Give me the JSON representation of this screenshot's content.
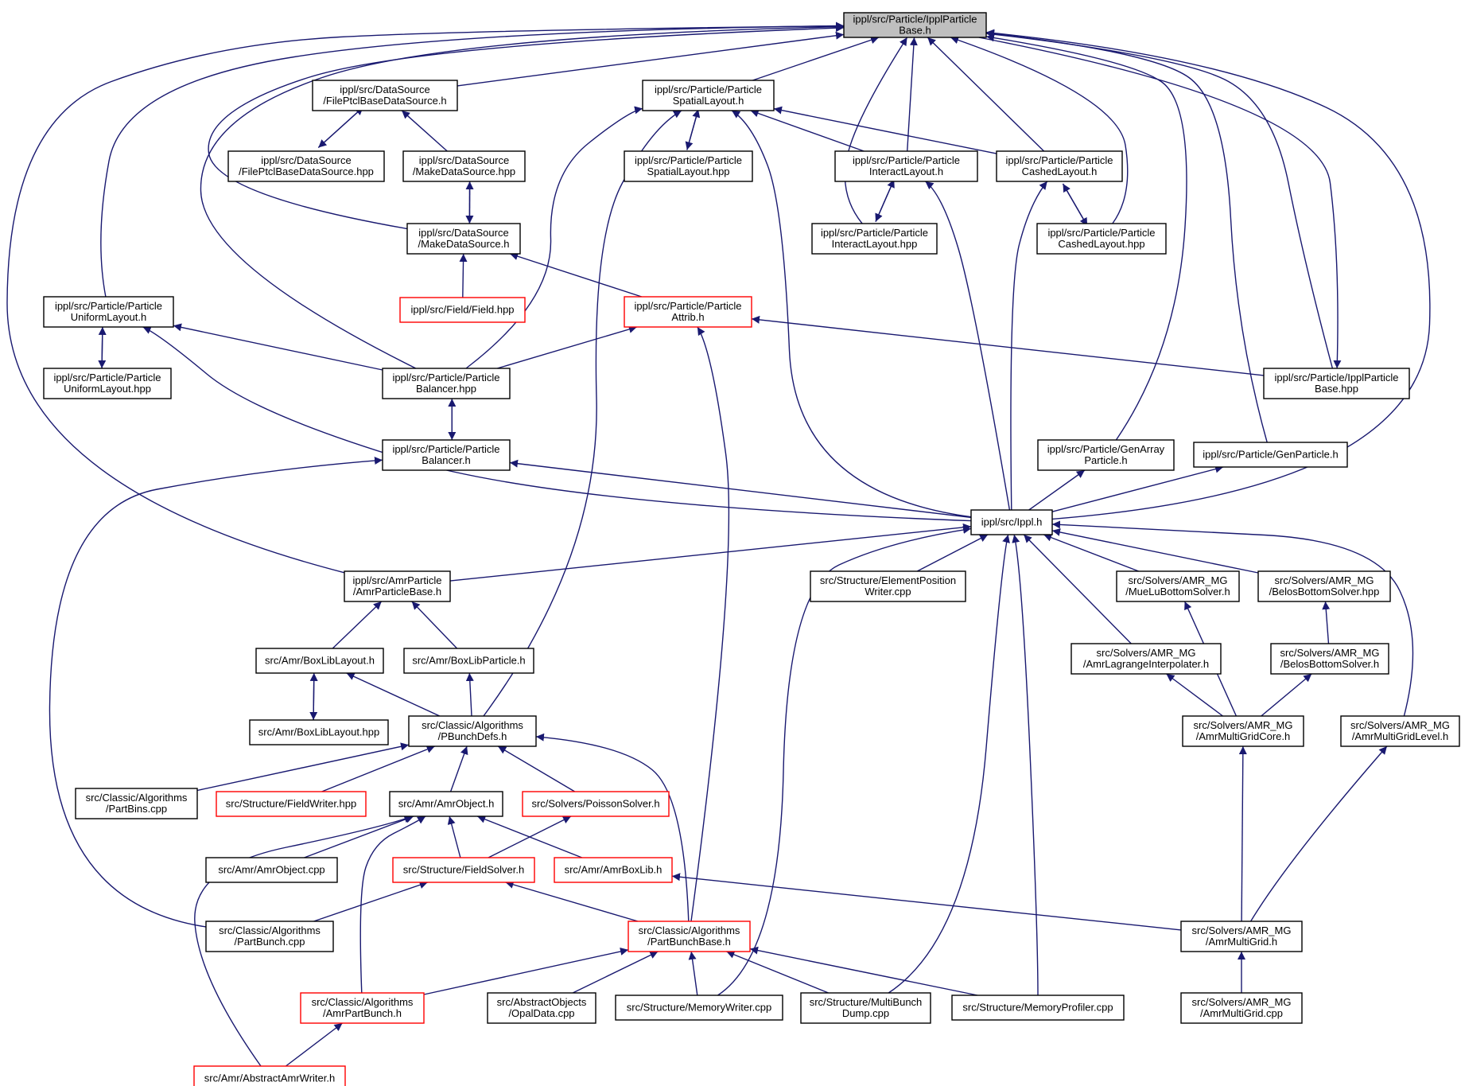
{
  "colors": {
    "edge": "#191970",
    "node_border": "#000000",
    "node_border_incomplete": "#ff0000",
    "root_fill": "#bfbfbf",
    "node_fill": "#ffffff"
  },
  "nodes": [
    {
      "id": "root",
      "lines": [
        "ippl/src/Particle/IpplParticle",
        "Base.h"
      ],
      "style": "root"
    },
    {
      "id": "fptcl_h",
      "lines": [
        "ippl/src/DataSource",
        "/FilePtclBaseDataSource.h"
      ],
      "style": "normal"
    },
    {
      "id": "spatial_h",
      "lines": [
        "ippl/src/Particle/Particle",
        "SpatialLayout.h"
      ],
      "style": "normal"
    },
    {
      "id": "fptcl_hpp",
      "lines": [
        "ippl/src/DataSource",
        "/FilePtclBaseDataSource.hpp"
      ],
      "style": "normal"
    },
    {
      "id": "makeds_hpp",
      "lines": [
        "ippl/src/DataSource",
        "/MakeDataSource.hpp"
      ],
      "style": "normal"
    },
    {
      "id": "spatial_hpp",
      "lines": [
        "ippl/src/Particle/Particle",
        "SpatialLayout.hpp"
      ],
      "style": "normal"
    },
    {
      "id": "interact_h",
      "lines": [
        "ippl/src/Particle/Particle",
        "InteractLayout.h"
      ],
      "style": "normal"
    },
    {
      "id": "cashed_h",
      "lines": [
        "ippl/src/Particle/Particle",
        "CashedLayout.h"
      ],
      "style": "normal"
    },
    {
      "id": "makeds_h",
      "lines": [
        "ippl/src/DataSource",
        "/MakeDataSource.h"
      ],
      "style": "normal"
    },
    {
      "id": "interact_hpp",
      "lines": [
        "ippl/src/Particle/Particle",
        "InteractLayout.hpp"
      ],
      "style": "normal"
    },
    {
      "id": "cashed_hpp",
      "lines": [
        "ippl/src/Particle/Particle",
        "CashedLayout.hpp"
      ],
      "style": "normal"
    },
    {
      "id": "uniform_h",
      "lines": [
        "ippl/src/Particle/Particle",
        "UniformLayout.h"
      ],
      "style": "normal"
    },
    {
      "id": "field_hpp",
      "lines": [
        "ippl/src/Field/Field.hpp"
      ],
      "style": "incomplete"
    },
    {
      "id": "attrib_h",
      "lines": [
        "ippl/src/Particle/Particle",
        "Attrib.h"
      ],
      "style": "incomplete"
    },
    {
      "id": "uniform_hpp",
      "lines": [
        "ippl/src/Particle/Particle",
        "UniformLayout.hpp"
      ],
      "style": "normal"
    },
    {
      "id": "balancer_hpp",
      "lines": [
        "ippl/src/Particle/Particle",
        "Balancer.hpp"
      ],
      "style": "normal"
    },
    {
      "id": "ipplbase_hpp",
      "lines": [
        "ippl/src/Particle/IpplParticle",
        "Base.hpp"
      ],
      "style": "normal"
    },
    {
      "id": "balancer_h",
      "lines": [
        "ippl/src/Particle/Particle",
        "Balancer.h"
      ],
      "style": "normal"
    },
    {
      "id": "genarray_h",
      "lines": [
        "ippl/src/Particle/GenArray",
        "Particle.h"
      ],
      "style": "normal"
    },
    {
      "id": "genparticle_h",
      "lines": [
        "ippl/src/Particle/GenParticle.h"
      ],
      "style": "normal"
    },
    {
      "id": "ippl_h",
      "lines": [
        "ippl/src/Ippl.h"
      ],
      "style": "normal"
    },
    {
      "id": "amrpbase_h",
      "lines": [
        "ippl/src/AmrParticle",
        "/AmrParticleBase.h"
      ],
      "style": "normal"
    },
    {
      "id": "elempos_cpp",
      "lines": [
        "src/Structure/ElementPosition",
        "Writer.cpp"
      ],
      "style": "normal"
    },
    {
      "id": "muelu_h",
      "lines": [
        "src/Solvers/AMR_MG",
        "/MueLuBottomSolver.h"
      ],
      "style": "normal"
    },
    {
      "id": "belos_hpp",
      "lines": [
        "src/Solvers/AMR_MG",
        "/BelosBottomSolver.hpp"
      ],
      "style": "normal"
    },
    {
      "id": "boxliblayout_h",
      "lines": [
        "src/Amr/BoxLibLayout.h"
      ],
      "style": "normal"
    },
    {
      "id": "boxlibparticle_h",
      "lines": [
        "src/Amr/BoxLibParticle.h"
      ],
      "style": "normal"
    },
    {
      "id": "amrlagrange_h",
      "lines": [
        "src/Solvers/AMR_MG",
        "/AmrLagrangeInterpolater.h"
      ],
      "style": "normal"
    },
    {
      "id": "belos_h",
      "lines": [
        "src/Solvers/AMR_MG",
        "/BelosBottomSolver.h"
      ],
      "style": "normal"
    },
    {
      "id": "boxliblayout_hpp",
      "lines": [
        "src/Amr/BoxLibLayout.hpp"
      ],
      "style": "normal"
    },
    {
      "id": "pbunchdefs_h",
      "lines": [
        "src/Classic/Algorithms",
        "/PBunchDefs.h"
      ],
      "style": "normal"
    },
    {
      "id": "amrmgcore_h",
      "lines": [
        "src/Solvers/AMR_MG",
        "/AmrMultiGridCore.h"
      ],
      "style": "normal"
    },
    {
      "id": "amrmglevel_h",
      "lines": [
        "src/Solvers/AMR_MG",
        "/AmrMultiGridLevel.h"
      ],
      "style": "normal"
    },
    {
      "id": "partbins_cpp",
      "lines": [
        "src/Classic/Algorithms",
        "/PartBins.cpp"
      ],
      "style": "normal"
    },
    {
      "id": "fieldwriter_hpp",
      "lines": [
        "src/Structure/FieldWriter.hpp"
      ],
      "style": "incomplete"
    },
    {
      "id": "amrobject_h",
      "lines": [
        "src/Amr/AmrObject.h"
      ],
      "style": "normal"
    },
    {
      "id": "poisson_h",
      "lines": [
        "src/Solvers/PoissonSolver.h"
      ],
      "style": "incomplete"
    },
    {
      "id": "amrobject_cpp",
      "lines": [
        "src/Amr/AmrObject.cpp"
      ],
      "style": "normal"
    },
    {
      "id": "fieldsolver_h",
      "lines": [
        "src/Structure/FieldSolver.h"
      ],
      "style": "incomplete"
    },
    {
      "id": "amrboxlib_h",
      "lines": [
        "src/Amr/AmrBoxLib.h"
      ],
      "style": "incomplete"
    },
    {
      "id": "partbunch_cpp",
      "lines": [
        "src/Classic/Algorithms",
        "/PartBunch.cpp"
      ],
      "style": "normal"
    },
    {
      "id": "partbunchbase_h",
      "lines": [
        "src/Classic/Algorithms",
        "/PartBunchBase.h"
      ],
      "style": "incomplete"
    },
    {
      "id": "amrmg_h",
      "lines": [
        "src/Solvers/AMR_MG",
        "/AmrMultiGrid.h"
      ],
      "style": "normal"
    },
    {
      "id": "amrpartbunch_h",
      "lines": [
        "src/Classic/Algorithms",
        "/AmrPartBunch.h"
      ],
      "style": "incomplete"
    },
    {
      "id": "opaldata_cpp",
      "lines": [
        "src/AbstractObjects",
        "/OpalData.cpp"
      ],
      "style": "normal"
    },
    {
      "id": "memwriter_cpp",
      "lines": [
        "src/Structure/MemoryWriter.cpp"
      ],
      "style": "normal"
    },
    {
      "id": "multibunch_cpp",
      "lines": [
        "src/Structure/MultiBunch",
        "Dump.cpp"
      ],
      "style": "normal"
    },
    {
      "id": "memprofiler_cpp",
      "lines": [
        "src/Structure/MemoryProfiler.cpp"
      ],
      "style": "normal"
    },
    {
      "id": "amrmg_cpp",
      "lines": [
        "src/Solvers/AMR_MG",
        "/AmrMultiGrid.cpp"
      ],
      "style": "normal"
    },
    {
      "id": "abstractamrwriter_h",
      "lines": [
        "src/Amr/AbstractAmrWriter.h"
      ],
      "style": "incomplete"
    }
  ],
  "edges": [
    {
      "from": "fptcl_h",
      "to": "root"
    },
    {
      "from": "spatial_h",
      "to": "root"
    },
    {
      "from": "interact_h",
      "to": "root"
    },
    {
      "from": "cashed_h",
      "to": "root"
    },
    {
      "from": "makeds_h",
      "to": "root"
    },
    {
      "from": "interact_hpp",
      "to": "root"
    },
    {
      "from": "cashed_hpp",
      "to": "root"
    },
    {
      "from": "uniform_h",
      "to": "root"
    },
    {
      "from": "balancer_hpp",
      "to": "root"
    },
    {
      "from": "ipplbase_hpp",
      "to": "root"
    },
    {
      "from": "genarray_h",
      "to": "root"
    },
    {
      "from": "genparticle_h",
      "to": "root"
    },
    {
      "from": "ippl_h",
      "to": "root"
    },
    {
      "from": "amrpbase_h",
      "to": "root"
    },
    {
      "from": "root",
      "to": "ipplbase_hpp"
    },
    {
      "from": "fptcl_hpp",
      "to": "fptcl_h"
    },
    {
      "from": "fptcl_h",
      "to": "fptcl_hpp"
    },
    {
      "from": "makeds_hpp",
      "to": "fptcl_h"
    },
    {
      "from": "spatial_hpp",
      "to": "spatial_h"
    },
    {
      "from": "spatial_h",
      "to": "spatial_hpp"
    },
    {
      "from": "interact_h",
      "to": "spatial_h"
    },
    {
      "from": "cashed_h",
      "to": "spatial_h"
    },
    {
      "from": "balancer_hpp",
      "to": "spatial_h"
    },
    {
      "from": "pbunchdefs_h",
      "to": "spatial_h"
    },
    {
      "from": "ippl_h",
      "to": "spatial_h"
    },
    {
      "from": "makeds_h",
      "to": "makeds_hpp"
    },
    {
      "from": "makeds_hpp",
      "to": "makeds_h"
    },
    {
      "from": "interact_hpp",
      "to": "interact_h"
    },
    {
      "from": "interact_h",
      "to": "interact_hpp"
    },
    {
      "from": "ippl_h",
      "to": "interact_h"
    },
    {
      "from": "cashed_hpp",
      "to": "cashed_h"
    },
    {
      "from": "cashed_h",
      "to": "cashed_hpp"
    },
    {
      "from": "ippl_h",
      "to": "cashed_h"
    },
    {
      "from": "field_hpp",
      "to": "makeds_h"
    },
    {
      "from": "attrib_h",
      "to": "makeds_h"
    },
    {
      "from": "uniform_hpp",
      "to": "uniform_h"
    },
    {
      "from": "uniform_h",
      "to": "uniform_hpp"
    },
    {
      "from": "balancer_hpp",
      "to": "uniform_h"
    },
    {
      "from": "ippl_h",
      "to": "uniform_h"
    },
    {
      "from": "balancer_hpp",
      "to": "attrib_h"
    },
    {
      "from": "ipplbase_hpp",
      "to": "attrib_h"
    },
    {
      "from": "partbunchbase_h",
      "to": "attrib_h"
    },
    {
      "from": "balancer_h",
      "to": "balancer_hpp"
    },
    {
      "from": "balancer_hpp",
      "to": "balancer_h"
    },
    {
      "from": "ippl_h",
      "to": "balancer_h"
    },
    {
      "from": "partbunch_cpp",
      "to": "balancer_h"
    },
    {
      "from": "ippl_h",
      "to": "genarray_h"
    },
    {
      "from": "ippl_h",
      "to": "genparticle_h"
    },
    {
      "from": "amrpbase_h",
      "to": "ippl_h"
    },
    {
      "from": "elempos_cpp",
      "to": "ippl_h"
    },
    {
      "from": "muelu_h",
      "to": "ippl_h"
    },
    {
      "from": "belos_hpp",
      "to": "ippl_h"
    },
    {
      "from": "amrlagrange_h",
      "to": "ippl_h"
    },
    {
      "from": "amrmglevel_h",
      "to": "ippl_h"
    },
    {
      "from": "memwriter_cpp",
      "to": "ippl_h"
    },
    {
      "from": "multibunch_cpp",
      "to": "ippl_h"
    },
    {
      "from": "memprofiler_cpp",
      "to": "ippl_h"
    },
    {
      "from": "boxliblayout_h",
      "to": "amrpbase_h"
    },
    {
      "from": "boxlibparticle_h",
      "to": "amrpbase_h"
    },
    {
      "from": "amrmgcore_h",
      "to": "muelu_h"
    },
    {
      "from": "belos_h",
      "to": "belos_hpp"
    },
    {
      "from": "boxliblayout_hpp",
      "to": "boxliblayout_h"
    },
    {
      "from": "boxliblayout_h",
      "to": "boxliblayout_hpp"
    },
    {
      "from": "pbunchdefs_h",
      "to": "boxliblayout_h"
    },
    {
      "from": "pbunchdefs_h",
      "to": "boxlibparticle_h"
    },
    {
      "from": "amrmgcore_h",
      "to": "amrlagrange_h"
    },
    {
      "from": "amrmgcore_h",
      "to": "belos_h"
    },
    {
      "from": "partbins_cpp",
      "to": "pbunchdefs_h"
    },
    {
      "from": "fieldwriter_hpp",
      "to": "pbunchdefs_h"
    },
    {
      "from": "amrobject_h",
      "to": "pbunchdefs_h"
    },
    {
      "from": "poisson_h",
      "to": "pbunchdefs_h"
    },
    {
      "from": "partbunchbase_h",
      "to": "pbunchdefs_h"
    },
    {
      "from": "amrmg_h",
      "to": "amrmgcore_h"
    },
    {
      "from": "amrmg_h",
      "to": "amrmglevel_h"
    },
    {
      "from": "amrobject_cpp",
      "to": "amrobject_h"
    },
    {
      "from": "fieldsolver_h",
      "to": "amrobject_h"
    },
    {
      "from": "amrboxlib_h",
      "to": "amrobject_h"
    },
    {
      "from": "amrpartbunch_h",
      "to": "amrobject_h"
    },
    {
      "from": "abstractamrwriter_h",
      "to": "amrobject_h"
    },
    {
      "from": "fieldsolver_h",
      "to": "poisson_h"
    },
    {
      "from": "partbunch_cpp",
      "to": "fieldsolver_h"
    },
    {
      "from": "partbunchbase_h",
      "to": "fieldsolver_h"
    },
    {
      "from": "amrmg_h",
      "to": "amrboxlib_h"
    },
    {
      "from": "amrpartbunch_h",
      "to": "partbunchbase_h"
    },
    {
      "from": "opaldata_cpp",
      "to": "partbunchbase_h"
    },
    {
      "from": "memwriter_cpp",
      "to": "partbunchbase_h"
    },
    {
      "from": "multibunch_cpp",
      "to": "partbunchbase_h"
    },
    {
      "from": "memprofiler_cpp",
      "to": "partbunchbase_h"
    },
    {
      "from": "amrmg_cpp",
      "to": "amrmg_h"
    },
    {
      "from": "abstractamrwriter_h",
      "to": "amrpartbunch_h"
    }
  ]
}
